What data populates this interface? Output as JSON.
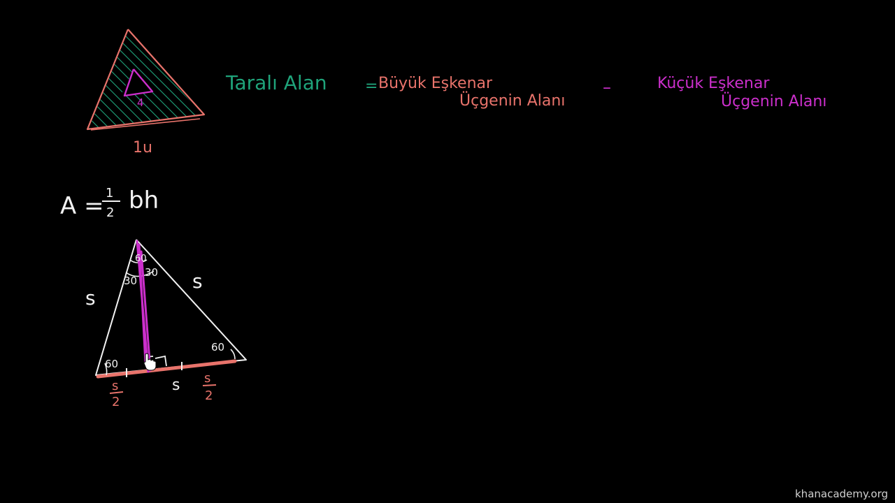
{
  "colors": {
    "background": "#000000",
    "green": "#1fa37a",
    "salmon": "#e8736b",
    "magenta": "#cc2fcc",
    "white": "#f2f2f2"
  },
  "top_triangle": {
    "inner_side_label": "4",
    "outer_side_label": "1u"
  },
  "equation": {
    "lhs": "Taralı Alan",
    "equals": "=",
    "big_line1": "Büyük Eşkenar",
    "big_line2": "Üçgenin Alanı",
    "minus": "–",
    "small_line1": "Küçük Eşkenar",
    "small_line2": "Üçgenin Alanı"
  },
  "area_formula": {
    "lhs": "A =",
    "num": "1",
    "den": "2",
    "rhs": "bh"
  },
  "bottom_triangle": {
    "left_side_label": "s",
    "right_side_label": "s",
    "base_label": "s",
    "angle_top_left": "30",
    "angle_top_right": "30",
    "angle_top_mid": "60",
    "angle_bottom_left": "60",
    "angle_bottom_right": "60",
    "half_left_num": "s",
    "half_left_den": "2",
    "half_right_num": "s",
    "half_right_den": "2"
  },
  "watermark": "khanacademy.org"
}
